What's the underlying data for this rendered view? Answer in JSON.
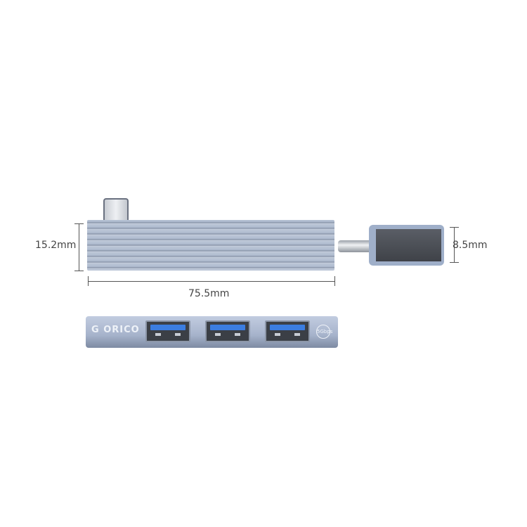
{
  "dimensions": {
    "height": "15.2mm",
    "length": "75.5mm",
    "plug_thickness": "8.5mm"
  },
  "product": {
    "brand_logo": "ORICO",
    "speed_badge": "5Gbps",
    "usb_port_count": 3,
    "port_color": "#3b7de0",
    "body_color": "#aab6ca"
  }
}
